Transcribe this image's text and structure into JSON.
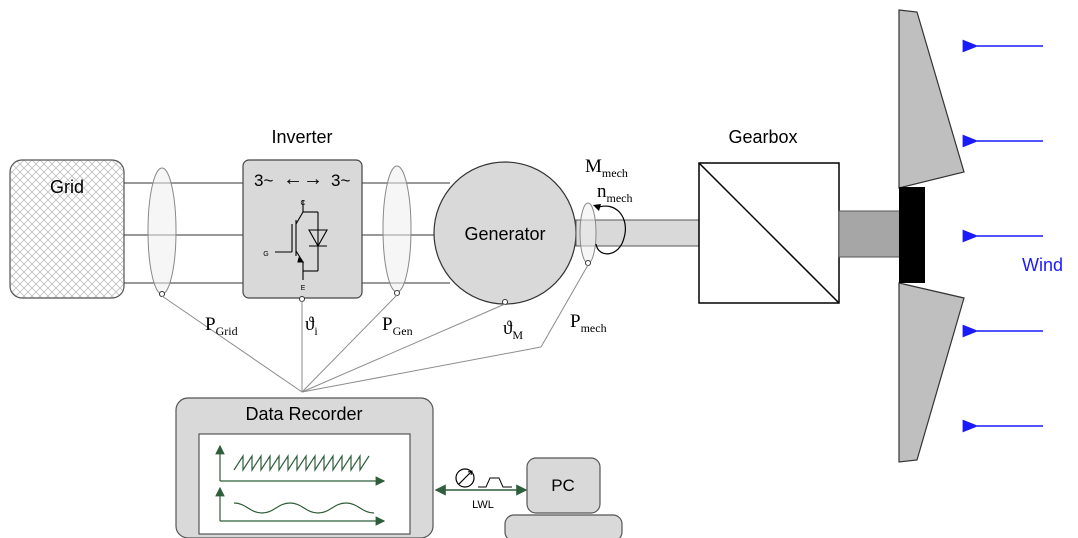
{
  "blocks": {
    "grid": "Grid",
    "inverter_title": "Inverter",
    "inverter_ac_left": "3~",
    "inverter_ac_right": "3~",
    "igbt_collector": "C",
    "igbt_gate": "G",
    "igbt_emitter": "E",
    "generator": "Generator",
    "gearbox": "Gearbox",
    "data_recorder": "Data Recorder",
    "pc": "PC",
    "lwl": "LWL",
    "wind": "Wind"
  },
  "measurements": {
    "p_grid": {
      "main": "P",
      "sub": "Grid"
    },
    "theta_i": {
      "main": "ϑ",
      "sub": "i"
    },
    "p_gen": {
      "main": "P",
      "sub": "Gen"
    },
    "theta_m": {
      "main": "ϑ",
      "sub": "M"
    },
    "p_mech": {
      "main": "P",
      "sub": "mech"
    },
    "m_mech": {
      "main": "M",
      "sub": "mech"
    },
    "n_mech": {
      "main": "n",
      "sub": "mech"
    }
  },
  "colors": {
    "wind_arrow": "#1a1aff",
    "wind_label": "#1a1aff",
    "block_fill": "#d9d9d9",
    "blade_fill": "#bfbfbf",
    "hub_fill": "#000000",
    "shaft_fill": "#a6a6a6"
  }
}
